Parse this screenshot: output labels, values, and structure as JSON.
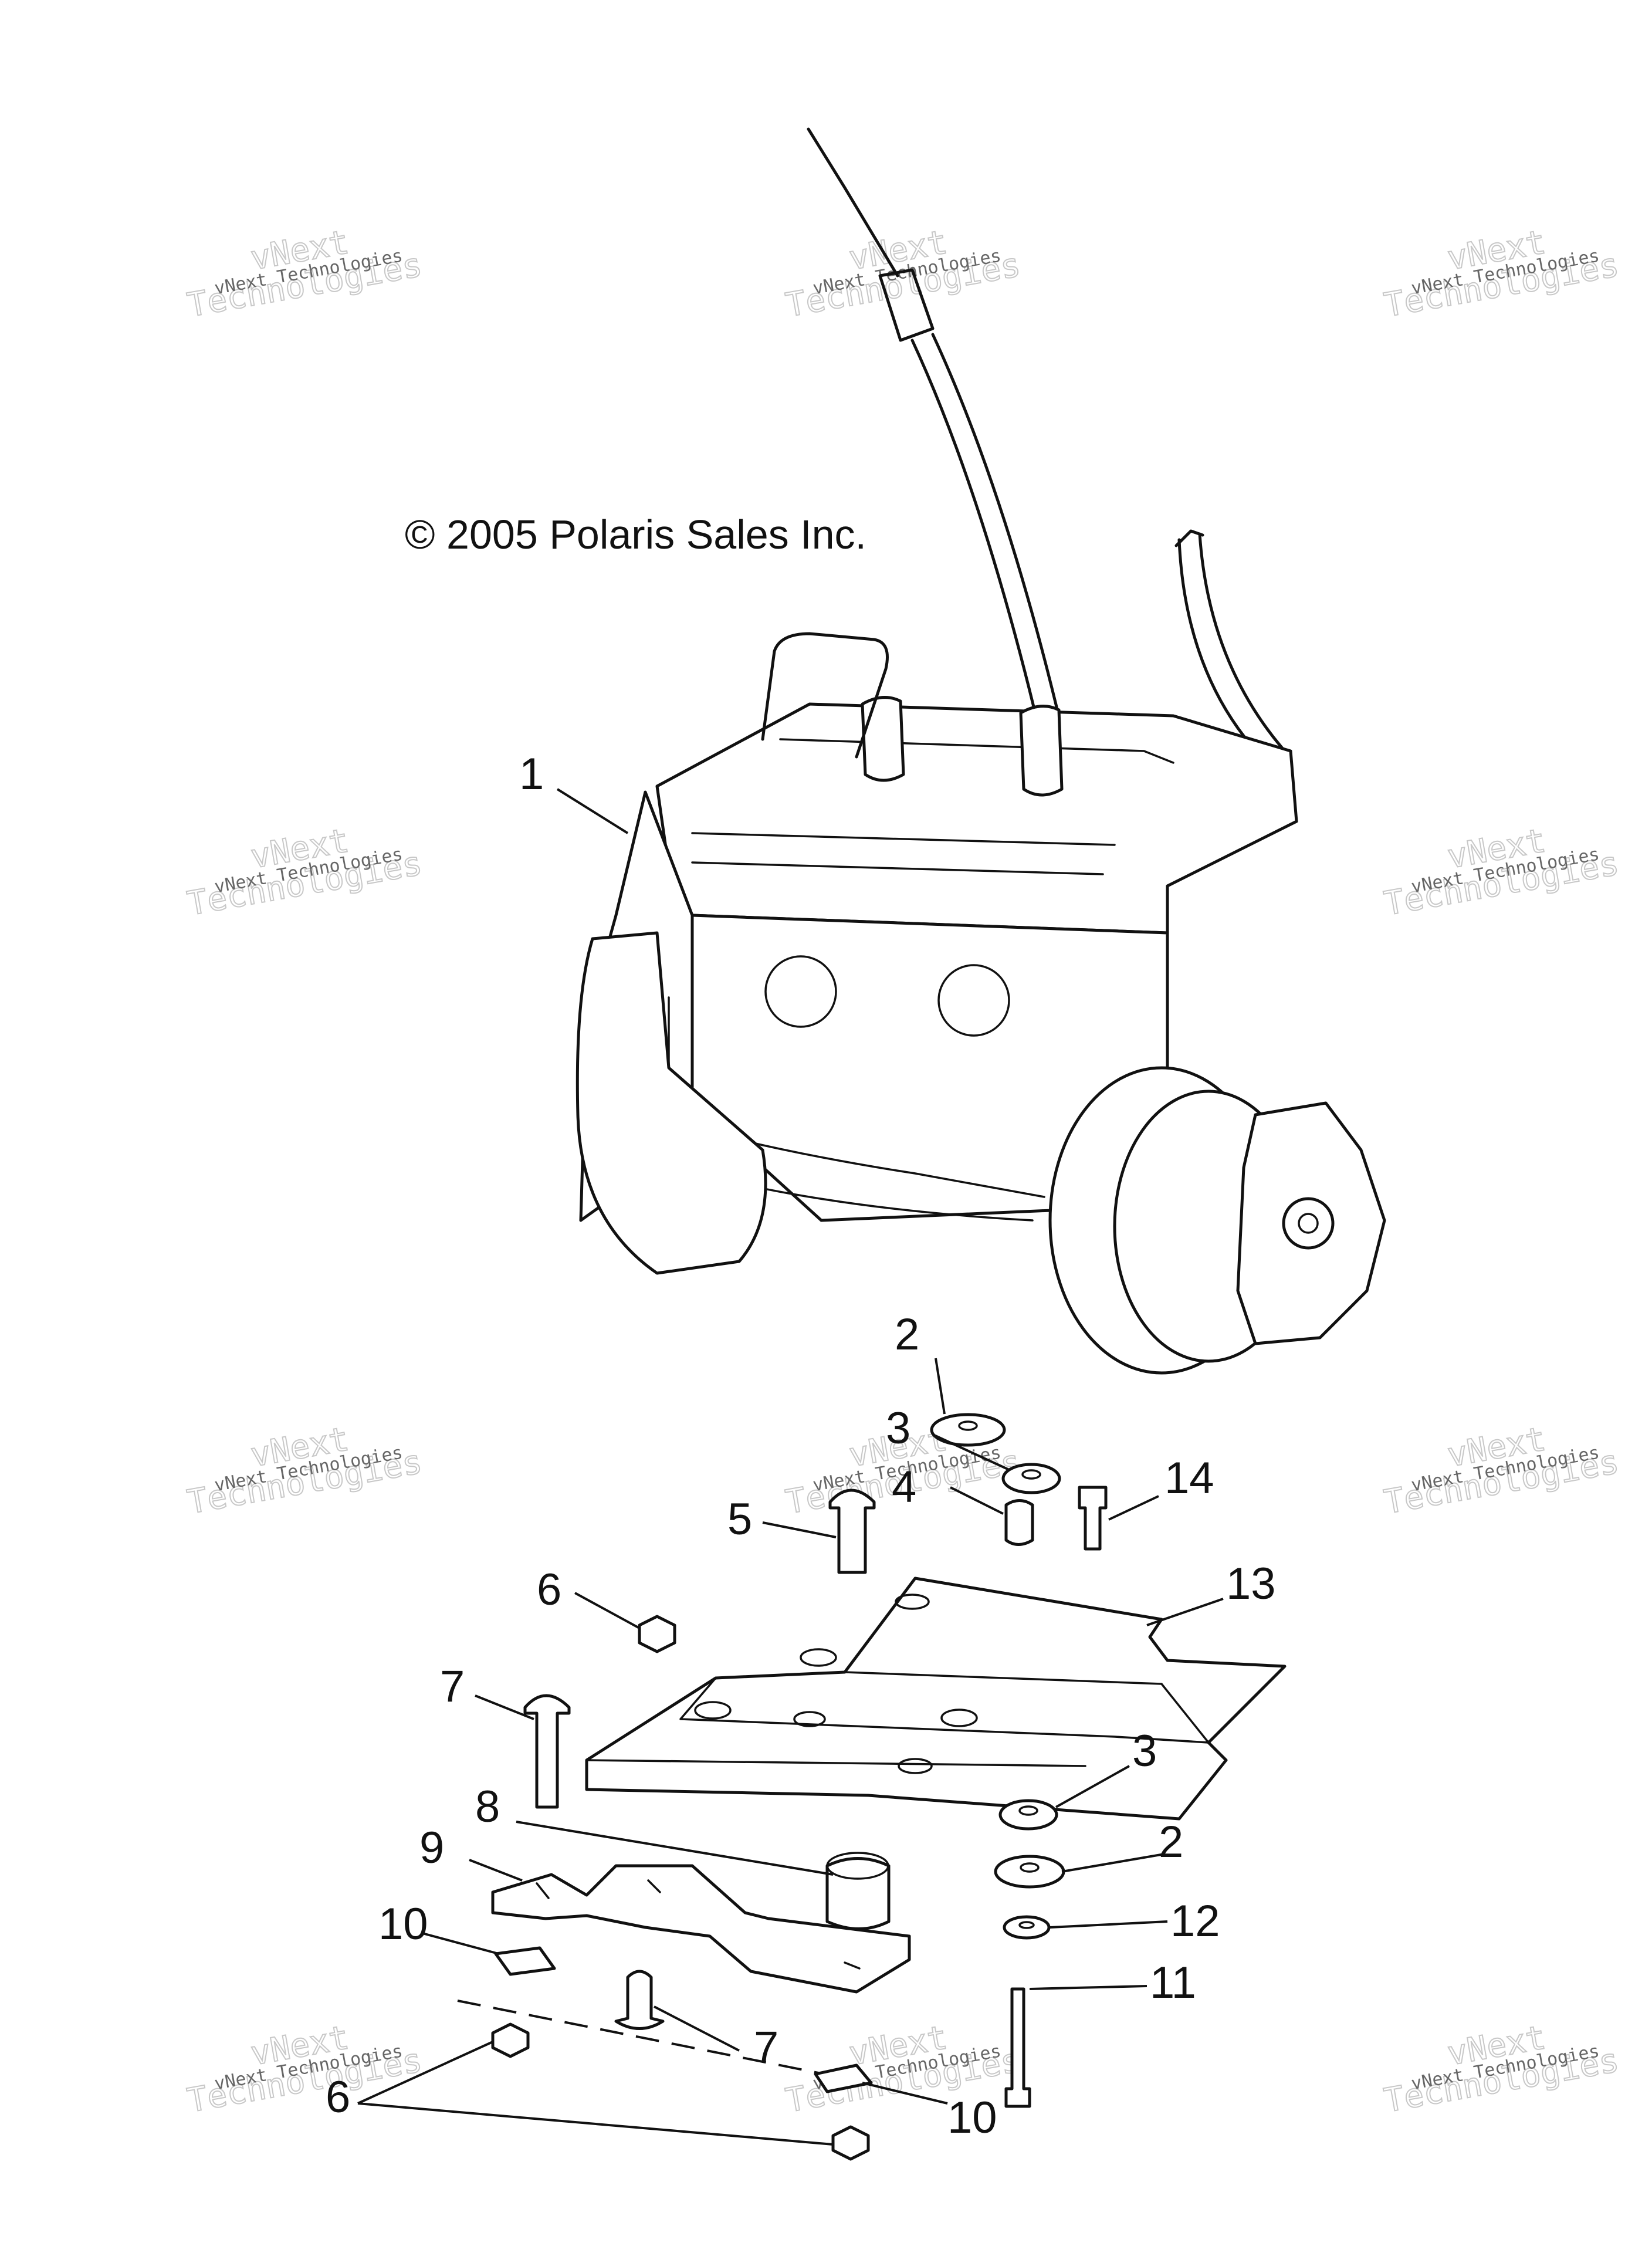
{
  "copyright": "© 2005 Polaris Sales Inc.",
  "watermark": {
    "line1": "vNext",
    "line2": "Technologies",
    "small": "vNext Technologies"
  },
  "callouts": {
    "c1": "1",
    "c2a": "2",
    "c3a": "3",
    "c4": "4",
    "c5": "5",
    "c14": "14",
    "c6a": "6",
    "c13": "13",
    "c7a": "7",
    "c3b": "3",
    "c8": "8",
    "c2b": "2",
    "c9": "9",
    "c12": "12",
    "c10a": "10",
    "c11": "11",
    "c7b": "7",
    "c6b": "6",
    "c10b": "10"
  }
}
